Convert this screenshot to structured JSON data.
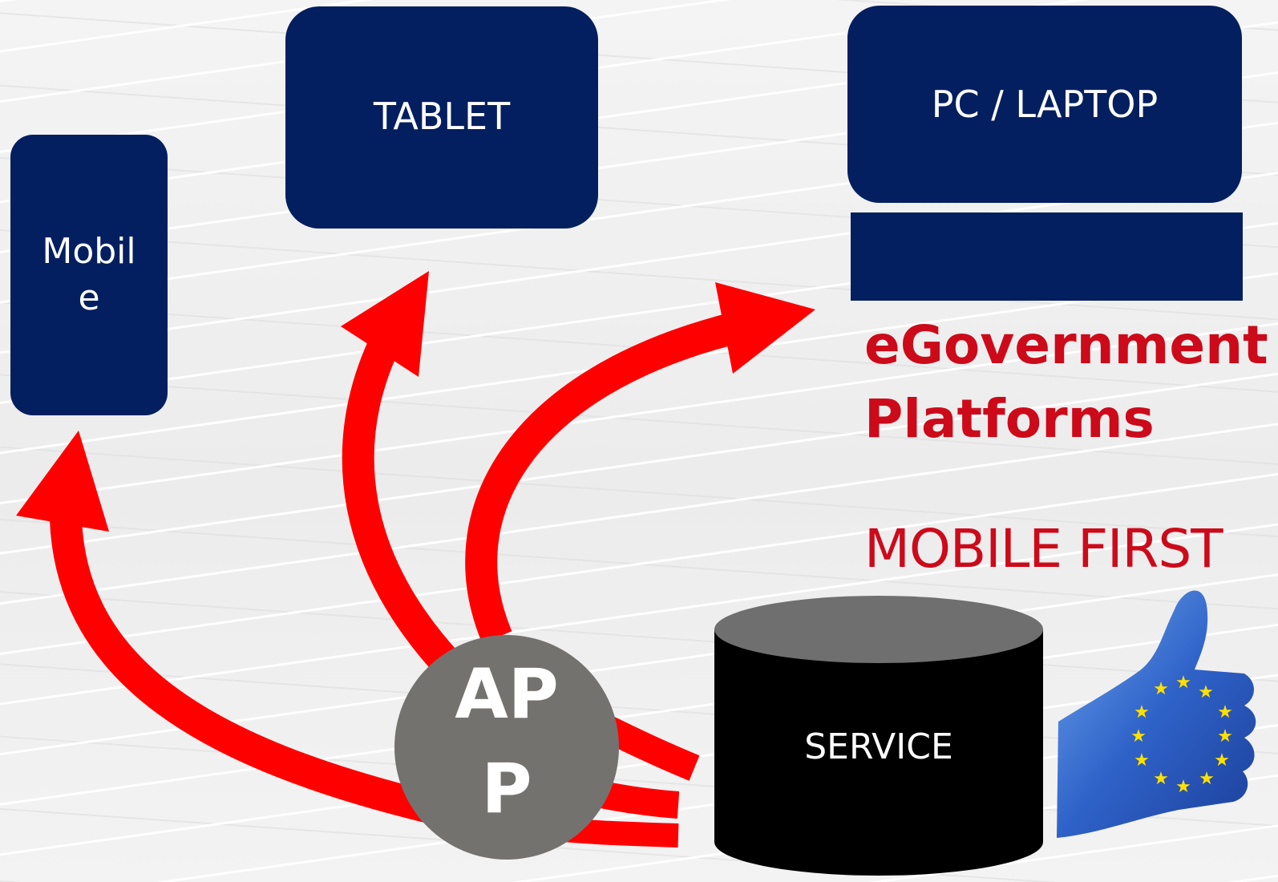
{
  "devices": {
    "mobile": "Mobil e",
    "tablet": "TABLET",
    "pc": "PC / LAPTOP"
  },
  "headline": {
    "line1": "eGovernment",
    "line2": "Platforms",
    "tagline": "MOBILE FIRST"
  },
  "service": {
    "label": "SERVICE"
  },
  "app": {
    "line1": "AP",
    "line2": "P"
  },
  "colors": {
    "device_box": "#041f5f",
    "arrow": "#ff0000",
    "headline": "#cc0a1a",
    "app_circle": "#74726f",
    "service_cylinder": "#000000"
  },
  "icons": {
    "thumbs_up": "eu-flag-thumbs-up-icon"
  }
}
